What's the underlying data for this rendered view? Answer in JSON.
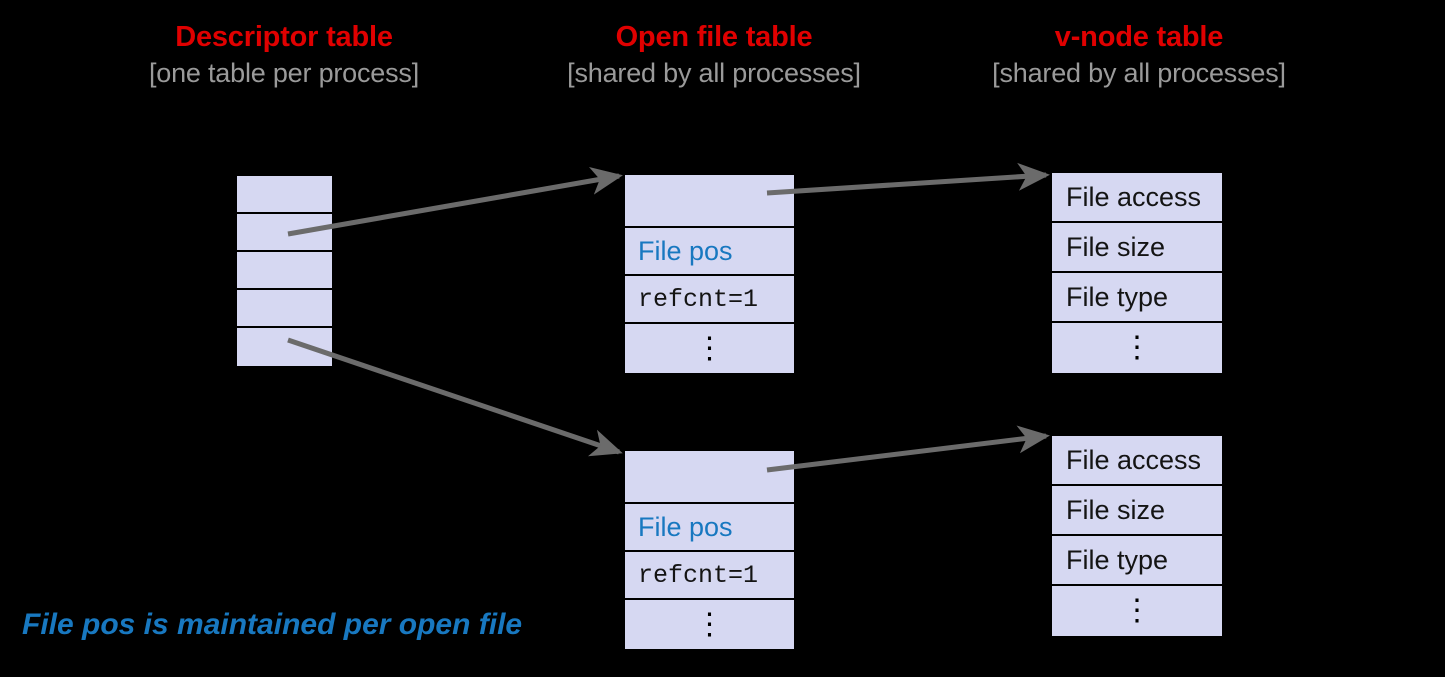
{
  "diagram": {
    "background_color": "#000000",
    "accent_red": "#E00000",
    "accent_blue": "#1878C0",
    "cell_fill": "#D6D8F2",
    "connector_color": "#6B6B6B",
    "headings": [
      {
        "title": "Descriptor table",
        "subtitle": "[one table per process]"
      },
      {
        "title": "Open file table",
        "subtitle": "[shared by all processes]"
      },
      {
        "title": "v-node table",
        "subtitle": "[shared by all processes]"
      }
    ],
    "descriptor_table": {
      "rows": [
        "",
        "",
        "",
        "",
        ""
      ]
    },
    "open_file_tables": [
      {
        "rows": [
          "",
          "File pos",
          "refcnt=1",
          "⋮"
        ]
      },
      {
        "rows": [
          "",
          "File pos",
          "refcnt=1",
          "⋮"
        ]
      }
    ],
    "vnode_tables": [
      {
        "rows": [
          "File access",
          "File size",
          "File type",
          "⋮"
        ]
      },
      {
        "rows": [
          "File access",
          "File size",
          "File type",
          "⋮"
        ]
      }
    ],
    "footnote": "File pos is maintained per open file"
  }
}
